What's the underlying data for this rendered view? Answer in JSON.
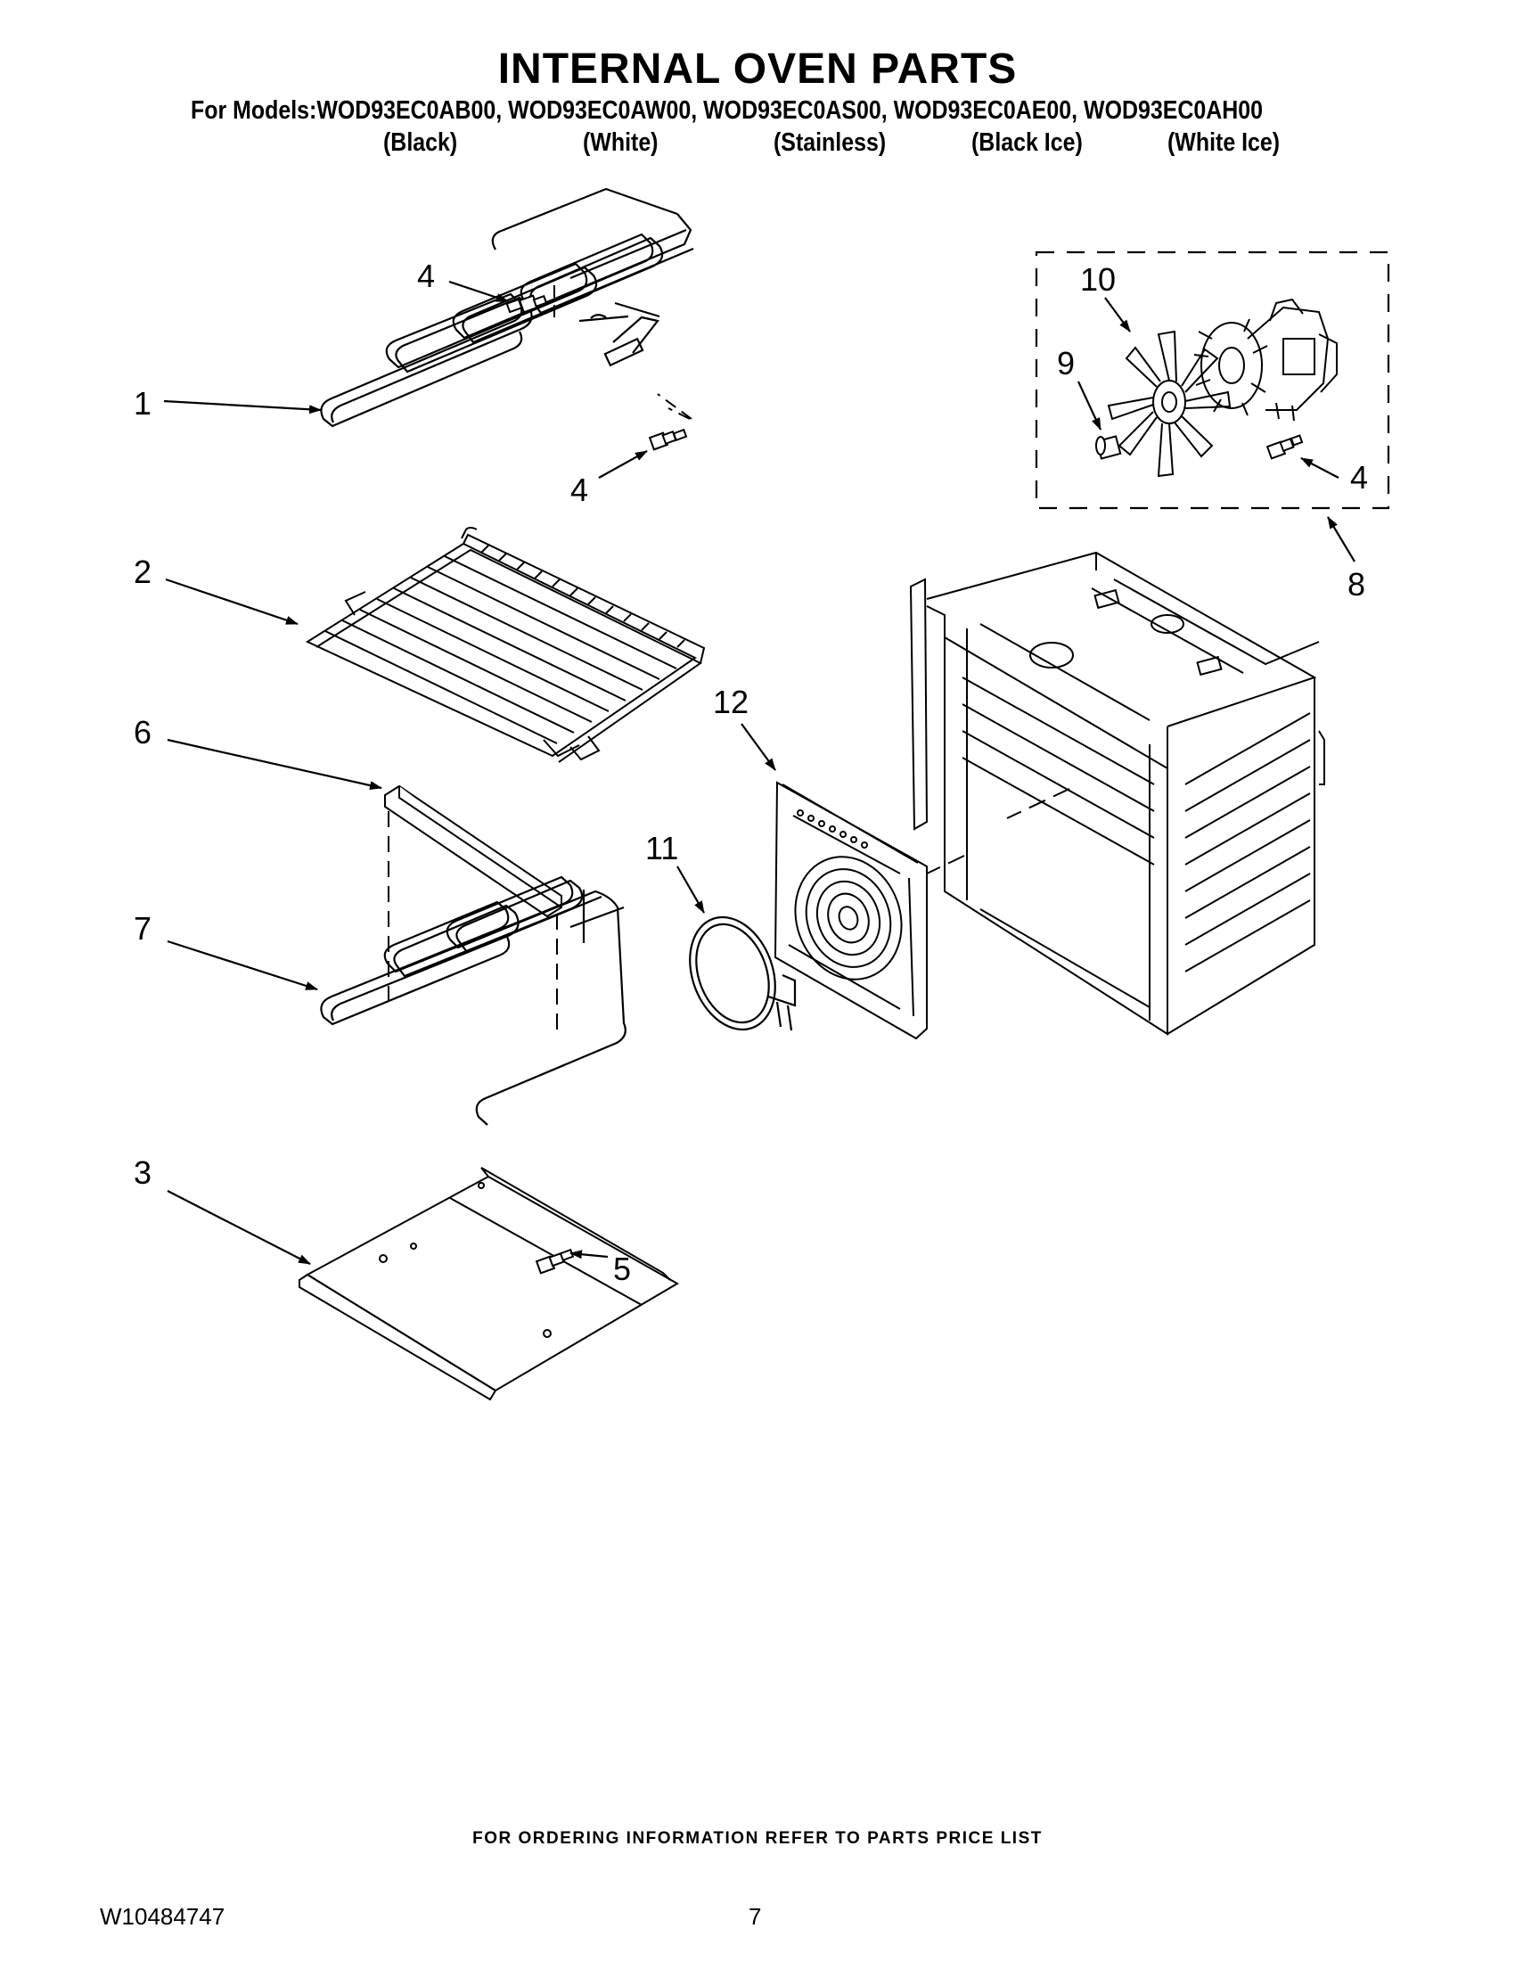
{
  "header": {
    "title": "INTERNAL OVEN PARTS",
    "models_line": "For Models:WOD93EC0AB00, WOD93EC0AW00, WOD93EC0AS00, WOD93EC0AE00, WOD93EC0AH00",
    "finishes": [
      "(Black)",
      "(White)",
      "(Stainless)",
      "(Black Ice)",
      "(White Ice)"
    ]
  },
  "callouts": {
    "c1": "1",
    "c2": "2",
    "c3": "3",
    "c4a": "4",
    "c4b": "4",
    "c4c": "4",
    "c5": "5",
    "c6": "6",
    "c7": "7",
    "c8": "8",
    "c9": "9",
    "c10": "10",
    "c11": "11",
    "c12": "12"
  },
  "footer": {
    "ordering_note": "FOR ORDERING INFORMATION REFER TO PARTS PRICE LIST",
    "document_number": "W10484747",
    "page_number": "7"
  }
}
